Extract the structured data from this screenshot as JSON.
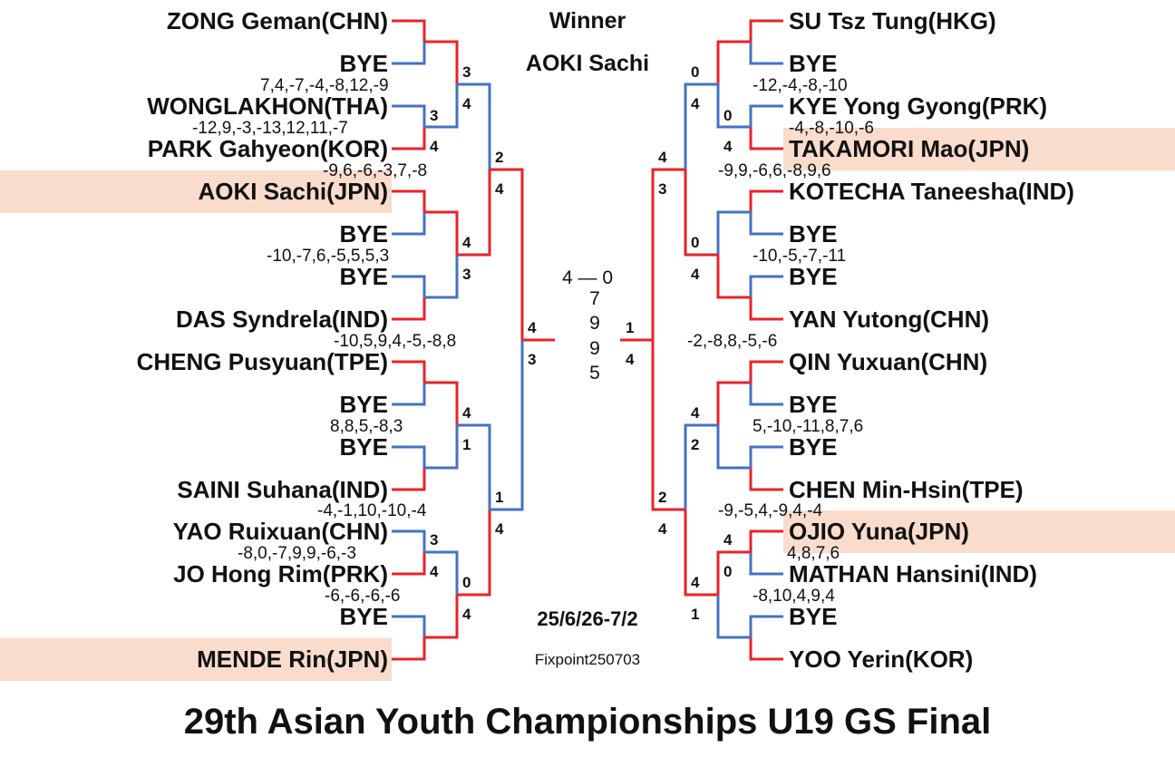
{
  "title": "29th Asian Youth Championships U19 GS Final",
  "winner_label": "Winner",
  "winner_name": "AOKI Sachi",
  "date": "25/6/26-7/2",
  "fixpoint": "Fixpoint250703",
  "final": {
    "score": "4 — 0",
    "games": [
      "7",
      "9",
      "9",
      "5"
    ],
    "left_games": "4",
    "left_opp": "3",
    "right_games": "1",
    "right_opp": "4"
  },
  "left_players": [
    {
      "name": "ZONG Geman(CHN)"
    },
    {
      "name": "BYE"
    },
    {
      "name": "WONGLAKHON(THA)"
    },
    {
      "name": "PARK Gahyeon(KOR)"
    },
    {
      "name": "AOKI Sachi(JPN)",
      "highlight": true
    },
    {
      "name": "BYE"
    },
    {
      "name": "BYE"
    },
    {
      "name": "DAS Syndrela(IND)"
    },
    {
      "name": "CHENG Pusyuan(TPE)"
    },
    {
      "name": "BYE"
    },
    {
      "name": "BYE"
    },
    {
      "name": "SAINI Suhana(IND)"
    },
    {
      "name": "YAO Ruixuan(CHN)"
    },
    {
      "name": "JO Hong Rim(PRK)"
    },
    {
      "name": "BYE"
    },
    {
      "name": "MENDE Rin(JPN)",
      "highlight": true
    }
  ],
  "right_players": [
    {
      "name": "SU Tsz Tung(HKG)"
    },
    {
      "name": "BYE"
    },
    {
      "name": "KYE Yong Gyong(PRK)"
    },
    {
      "name": "TAKAMORI Mao(JPN)",
      "highlight": true
    },
    {
      "name": "KOTECHA Taneesha(IND)"
    },
    {
      "name": "BYE"
    },
    {
      "name": "BYE"
    },
    {
      "name": "YAN Yutong(CHN)"
    },
    {
      "name": "QIN Yuxuan(CHN)"
    },
    {
      "name": "BYE"
    },
    {
      "name": "BYE"
    },
    {
      "name": "CHEN Min-Hsin(TPE)"
    },
    {
      "name": "OJIO Yuna(JPN)",
      "highlight": true
    },
    {
      "name": "MATHAN Hansini(IND)"
    },
    {
      "name": "BYE"
    },
    {
      "name": "YOO Yerin(KOR)"
    }
  ],
  "left_scores": [
    "7,4,-7,-4,-8,12,-9",
    "-12,9,-3,-13,12,11,-7",
    "-9,6,-6,-3,7,-8",
    "-10,-7,6,-5,5,5,3",
    "-10,5,9,4,-5,-8,8",
    "8,8,5,-8,3",
    "-4,-1,10,-10,-4",
    "-8,0,-7,9,9,-6,-3",
    "-6,-6,-6,-6"
  ],
  "right_scores": [
    "-12,-4,-8,-10",
    "-4,-8,-10,-6",
    "-9,9,-6,6,-8,9,6",
    "-10,-5,-7,-11",
    "-2,-8,8,-5,-6",
    "5,-10,-11,8,7,6",
    "-9,-5,4,-9,4,-4",
    "4,8,7,6",
    "-8,10,4,9,4"
  ],
  "left_results": [
    {
      "a": "3",
      "b": "4"
    },
    {
      "a": "3",
      "b": "4"
    },
    {
      "a": "4",
      "b": "3"
    },
    {
      "a": "2",
      "b": "4"
    },
    {
      "a": "4",
      "b": "1"
    },
    {
      "a": "3",
      "b": "4"
    },
    {
      "a": "0",
      "b": "4"
    },
    {
      "a": "1",
      "b": "4"
    }
  ],
  "right_results": [
    {
      "a": "0",
      "b": "4"
    },
    {
      "a": "0",
      "b": "4"
    },
    {
      "a": "0",
      "b": "4"
    },
    {
      "a": "4",
      "b": "3"
    },
    {
      "a": "4",
      "b": "2"
    },
    {
      "a": "4",
      "b": "0"
    },
    {
      "a": "4",
      "b": "1"
    },
    {
      "a": "2",
      "b": "4"
    }
  ],
  "colors": {
    "winner_line": "#e8232a",
    "loser_line": "#4472c4",
    "highlight": "#f9dccb"
  }
}
